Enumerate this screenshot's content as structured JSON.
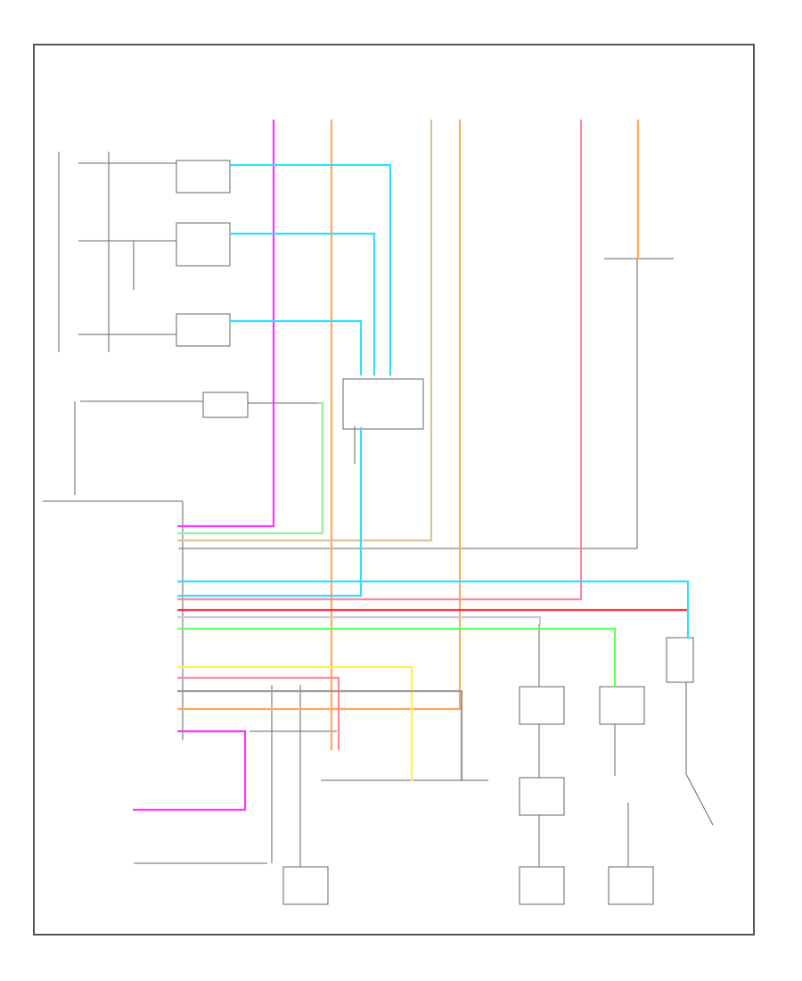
{
  "figure": {
    "caption": "",
    "labels": []
  },
  "colors": {
    "frame": "#555555",
    "component": "#666666",
    "wire_gray": "#999999",
    "magenta": "#ff33ff",
    "orange": "#ffaa55",
    "light_blue": "#33ddff",
    "green": "#66ff66",
    "pink": "#ff8899",
    "tan": "#d8c59a",
    "yellow": "#ffee55",
    "light_green": "#99ee99",
    "red": "#ff3344",
    "light_gray": "#cccccc"
  },
  "wires": [
    {
      "name": "wire-magenta-top",
      "color": "magenta"
    },
    {
      "name": "wire-orange-main",
      "color": "orange"
    },
    {
      "name": "wire-orange-right",
      "color": "orange"
    },
    {
      "name": "wire-orange-switch",
      "color": "orange"
    },
    {
      "name": "wire-tan-top",
      "color": "tan"
    },
    {
      "name": "wire-pink-top",
      "color": "pink"
    },
    {
      "name": "wire-lightblue-1",
      "color": "light_blue"
    },
    {
      "name": "wire-lightblue-2",
      "color": "light_blue"
    },
    {
      "name": "wire-lightblue-3",
      "color": "light_blue"
    },
    {
      "name": "wire-lightblue-center",
      "color": "light_blue"
    },
    {
      "name": "wire-light-green",
      "color": "light_green"
    },
    {
      "name": "wire-green",
      "color": "green"
    },
    {
      "name": "wire-red",
      "color": "red"
    },
    {
      "name": "wire-yellow",
      "color": "yellow"
    },
    {
      "name": "wire-pink-lower",
      "color": "pink"
    },
    {
      "name": "wire-magenta-chime",
      "color": "magenta"
    },
    {
      "name": "wire-gray-lower",
      "color": "wire_gray"
    },
    {
      "name": "wire-lightgray-switch",
      "color": "light_gray"
    },
    {
      "name": "wire-lightblue-right",
      "color": "light_blue"
    }
  ]
}
